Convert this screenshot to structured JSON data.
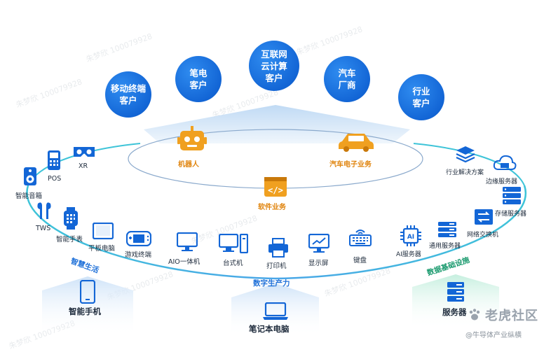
{
  "top_customers": [
    {
      "line1": "移动终端",
      "line2": "客户"
    },
    {
      "line1": "笔电",
      "line2": "客户"
    },
    {
      "line1": "互联网",
      "line2": "云计算",
      "line3": "客户"
    },
    {
      "line1": "汽车",
      "line2": "厂商"
    },
    {
      "line1": "行业",
      "line2": "客户"
    }
  ],
  "center": {
    "robot": "机器人",
    "auto": "汽车电子业务",
    "software": "软件业务"
  },
  "smart_life": {
    "title": "智慧生活",
    "items": [
      "POS",
      "XR",
      "智能音箱",
      "TWS",
      "智能手表",
      "平板电脑",
      "游戏终端"
    ]
  },
  "digital": {
    "title": "数字生产力",
    "items": [
      "AIO一体机",
      "台式机",
      "打印机",
      "显示屏",
      "键盘"
    ]
  },
  "infra": {
    "title": "数据基础设施",
    "items": [
      "行业解决方案",
      "边缘服务器",
      "存储服务器",
      "网络交换机",
      "通用服务器",
      "AI服务器"
    ]
  },
  "bases": {
    "phone": "智能手机",
    "laptop": "笔记本电脑",
    "server": "服务器"
  },
  "brand": {
    "name": "老虎社区",
    "sub": "@牛导体产业纵横"
  },
  "watermark": "朱梦欣 100079928",
  "colors": {
    "primary": "#1366d6",
    "orange": "#f0a020",
    "green": "#1a9a6e",
    "teal_arc": "#3ec4d8"
  }
}
